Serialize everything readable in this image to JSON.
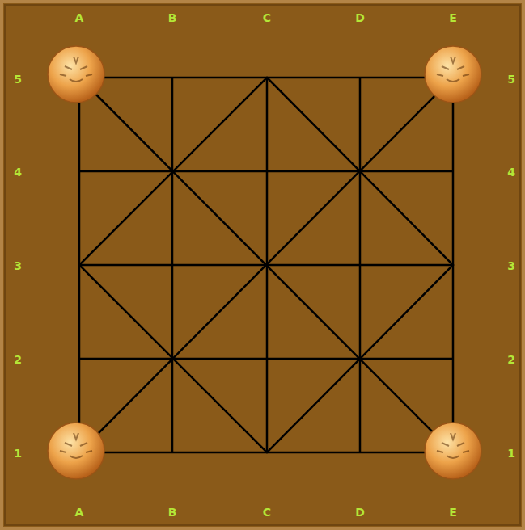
{
  "diagram": {
    "labels": [
      "A",
      "B",
      "C",
      "D",
      "E",
      "5",
      "5",
      "4",
      "4",
      "3",
      "3",
      "2",
      "2",
      "1",
      "1",
      "A",
      "B",
      "C",
      "D",
      "E"
    ]
  }
}
